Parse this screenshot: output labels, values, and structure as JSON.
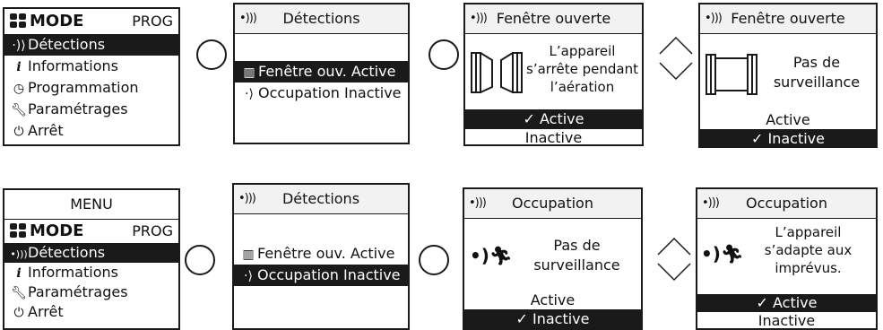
{
  "mode_menu": {
    "mode_label": "MODE",
    "prog_label": "PROG",
    "items": [
      "Détections",
      "Informations",
      "Programmation",
      "Paramétrages",
      "Arrêt"
    ]
  },
  "detections": {
    "title": "Détections",
    "items": [
      "Fenêtre ouv. Active",
      "Occupation Inactive"
    ]
  },
  "fenetre_1": {
    "title": "Fenêtre ouverte",
    "desc": [
      "L’appareil",
      "s’arrête pendant",
      "l’aération"
    ],
    "opt_active": "Active",
    "opt_inactive": "Inactive"
  },
  "fenetre_2": {
    "title": "Fenêtre ouverte",
    "desc": [
      "Pas de",
      "surveillance"
    ],
    "opt_active": "Active",
    "opt_inactive": "Inactive"
  },
  "menu2": {
    "title": "MENU",
    "mode_label": "MODE",
    "prog_label": "PROG",
    "items": [
      "Détections",
      "Informations",
      "Paramétrages",
      "Arrêt"
    ]
  },
  "detections_2": {
    "title": "Détections",
    "items": [
      "Fenêtre ouv. Active",
      "Occupation Inactive"
    ]
  },
  "occupation_1": {
    "title": "Occupation",
    "desc": [
      "Pas de",
      "surveillance"
    ],
    "opt_active": "Active",
    "opt_inactive": "Inactive"
  },
  "occupation_2": {
    "title": "Occupation",
    "desc": [
      "L’appareil",
      "s’adapte aux",
      "imprévus."
    ],
    "opt_active": "Active",
    "opt_inactive": "Inactive"
  },
  "icons": {
    "signal": "signal-icon",
    "presence": "presence-icon",
    "window": "window-icon",
    "info": "info-icon",
    "clock": "clock-icon",
    "wrench": "wrench-icon",
    "power": "power-icon",
    "check": "check-icon"
  }
}
